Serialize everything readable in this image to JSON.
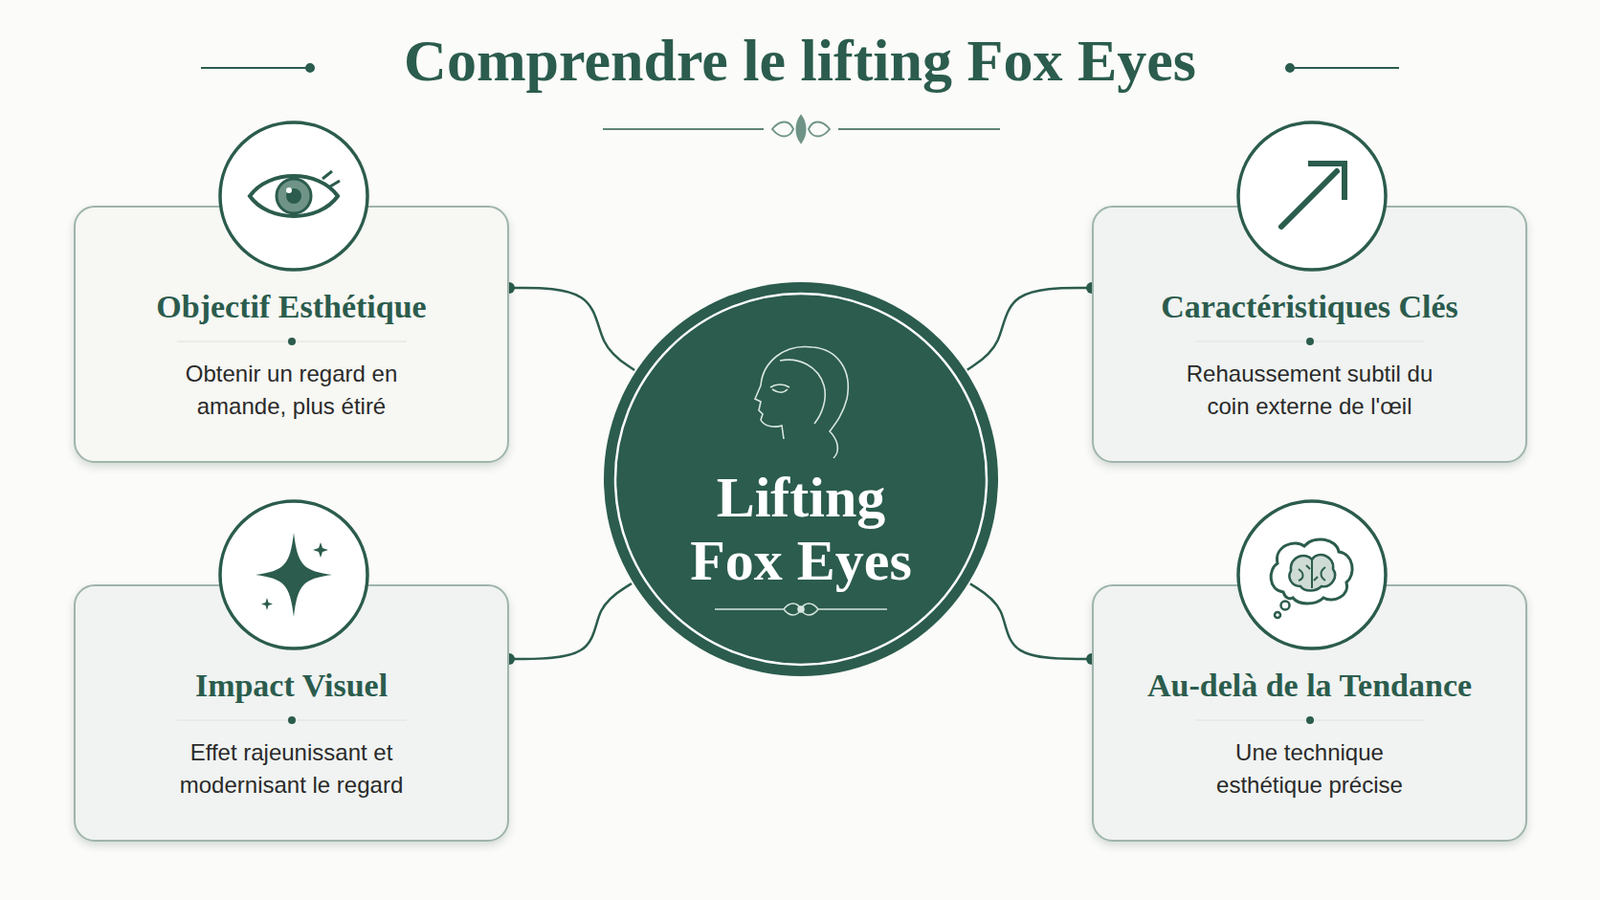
{
  "diagram": {
    "title": "Comprendre le lifting Fox Eyes",
    "nodes": [
      {
        "text": [
          "Objectif Esthétique",
          "Obtenir un regard en amande, plus étiré"
        ]
      },
      {
        "text": [
          "Caractéristiques Clés",
          "Rehaussement subtil du coin externe de l'œil"
        ]
      },
      {
        "text": [
          "Lifting Fox Eyes"
        ]
      },
      {
        "text": [
          "Impact Visuel",
          "Effet rajeunissant et modernisant le regard"
        ]
      },
      {
        "text": [
          "Au-delà de la Tendance",
          "Une technique esthétique précise"
        ]
      }
    ],
    "edges": [
      {
        "from": 2,
        "to": 0,
        "arrow": "none"
      },
      {
        "from": 2,
        "to": 1,
        "arrow": "none"
      },
      {
        "from": 2,
        "to": 3,
        "arrow": "none"
      },
      {
        "from": 2,
        "to": 4,
        "arrow": "none"
      }
    ]
  }
}
